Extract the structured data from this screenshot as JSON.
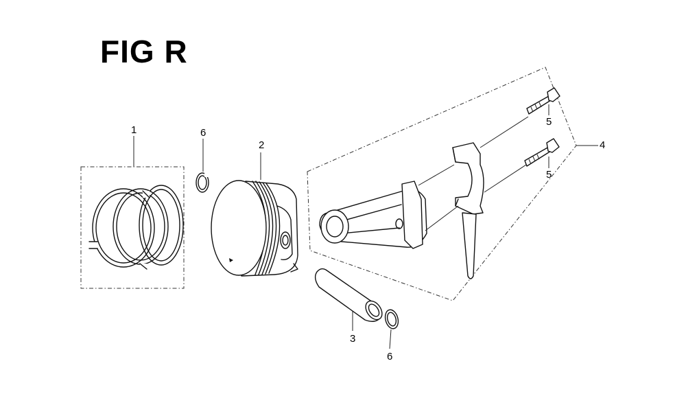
{
  "figure": {
    "title": "FIG R"
  },
  "callouts": {
    "piston_rings": "1",
    "piston": "2",
    "piston_pin": "3",
    "connecting_rod_assembly": "4",
    "cap_bolt_upper": "5",
    "cap_bolt_lower": "5",
    "pin_clip_upper": "6",
    "pin_clip_lower": "6"
  }
}
